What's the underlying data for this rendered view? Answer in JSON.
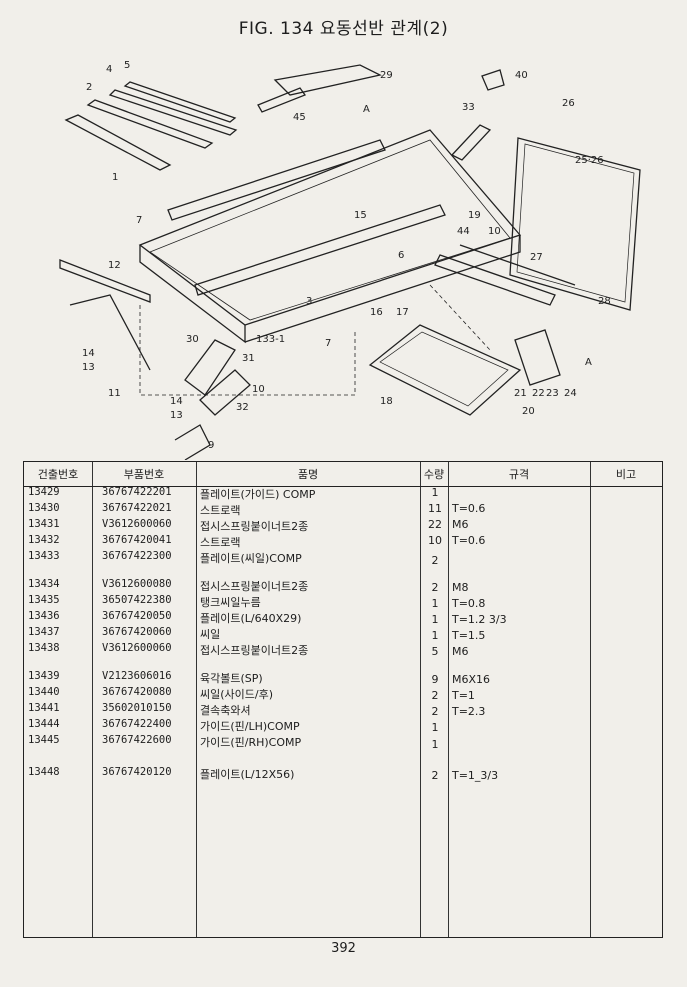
{
  "title": "FIG. 134 요동선반 관계(2)",
  "diagram": {
    "callouts": [
      "29",
      "40",
      "4",
      "5",
      "2",
      "33",
      "26",
      "1",
      "45",
      "25·26",
      "A",
      "7",
      "15",
      "19",
      "44",
      "10",
      "27",
      "12",
      "16",
      "17",
      "28",
      "3",
      "6",
      "7",
      "133-1",
      "30",
      "31",
      "14",
      "13",
      "11",
      "14",
      "13",
      "10",
      "32",
      "9",
      "18",
      "21",
      "22",
      "23",
      "24",
      "20",
      "A"
    ]
  },
  "table": {
    "headers": [
      "건출번호",
      "부품번호",
      "품명",
      "수량",
      "규격",
      "비고"
    ],
    "rows": [
      {
        "no": "13429",
        "part": "36767422201",
        "name": "플레이트(가이드) COMP",
        "qty": "1",
        "spec": "",
        "note": ""
      },
      {
        "no": "13430",
        "part": "36767422021",
        "name": "스트로랙",
        "qty": "11",
        "spec": "T=0.6",
        "note": ""
      },
      {
        "no": "13431",
        "part": "V3612600060",
        "name": "접시스프링붙이너트2종",
        "qty": "22",
        "spec": "M6",
        "note": ""
      },
      {
        "no": "13432",
        "part": "36767420041",
        "name": "스트로랙",
        "qty": "10",
        "spec": "T=0.6",
        "note": ""
      },
      {
        "no": "13433",
        "part": "36767422300",
        "name": "플레이트(씨일)COMP",
        "qty": "2",
        "spec": "",
        "note": ""
      },
      {
        "no": "13434",
        "part": "V3612600080",
        "name": "접시스프링붙이너트2종",
        "qty": "2",
        "spec": "M8",
        "note": ""
      },
      {
        "no": "13435",
        "part": "36507422380",
        "name": "탱크씨일누름",
        "qty": "1",
        "spec": "T=0.8",
        "note": ""
      },
      {
        "no": "13436",
        "part": "36767420050",
        "name": "플레이트(L/640X29)",
        "qty": "1",
        "spec": "T=1.2  3/3",
        "note": ""
      },
      {
        "no": "13437",
        "part": "36767420060",
        "name": "씨일",
        "qty": "1",
        "spec": "T=1.5",
        "note": ""
      },
      {
        "no": "13438",
        "part": "V3612600060",
        "name": "접시스프링붙이너트2종",
        "qty": "5",
        "spec": "M6",
        "note": ""
      },
      {
        "no": "13439",
        "part": "V2123606016",
        "name": "육각볼트(SP)",
        "qty": "9",
        "spec": "M6X16",
        "note": ""
      },
      {
        "no": "13440",
        "part": "36767420080",
        "name": "씨일(사이드/후)",
        "qty": "2",
        "spec": "T=1",
        "note": ""
      },
      {
        "no": "13441",
        "part": "35602010150",
        "name": "결속축와셔",
        "qty": "2",
        "spec": "T=2.3",
        "note": ""
      },
      {
        "no": "13444",
        "part": "36767422400",
        "name": "가이드(핀/LH)COMP",
        "qty": "1",
        "spec": "",
        "note": ""
      },
      {
        "no": "13445",
        "part": "36767422600",
        "name": "가이드(핀/RH)COMP",
        "qty": "1",
        "spec": "",
        "note": ""
      },
      {
        "no": "13448",
        "part": "36767420120",
        "name": "플레이트(L/12X56)",
        "qty": "2",
        "spec": "T=1_3/3",
        "note": ""
      }
    ]
  },
  "page_number": "392"
}
